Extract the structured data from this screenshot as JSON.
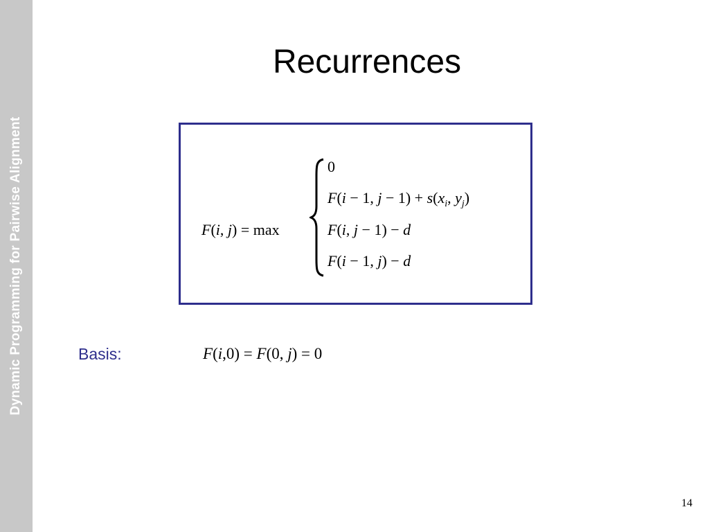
{
  "sidebar": {
    "text": "Dynamic Programming for Pairwise Alignment",
    "bg_color": "#c8c8c8",
    "text_color": "#ffffff"
  },
  "slide": {
    "title": "Recurrences",
    "basis_label": "Basis:",
    "page_number": "14",
    "accent_color": "#2e2e8c"
  },
  "formula": {
    "lhs_func": "F",
    "lhs_args_open": "(",
    "lhs_i": "i",
    "lhs_comma": ", ",
    "lhs_j": "j",
    "lhs_args_close": ")",
    "lhs_eq": " = max",
    "case0": "0",
    "case1": {
      "f": "F",
      "open": "(",
      "i": "i",
      "minus1": " − 1, ",
      "j": "j",
      "minus2": " − 1) + ",
      "s": "s",
      "paren": "(",
      "x": "x",
      "x_sub": "i",
      "comma": ", ",
      "y": "y",
      "y_sub": "j",
      "close": ")"
    },
    "case2": {
      "f": "F",
      "open": "(",
      "i": "i",
      "comma": ", ",
      "j": "j",
      "minus": " − 1) − ",
      "d": "d"
    },
    "case3": {
      "f": "F",
      "open": "(",
      "i": "i",
      "minus": " − 1, ",
      "j": "j",
      "close": ") − ",
      "d": "d"
    }
  },
  "basis": {
    "f1": "F",
    "open1": "(",
    "i": "i",
    "rest1": ",0) = ",
    "f2": "F",
    "open2": "(0, ",
    "j": "j",
    "rest2": ") = 0"
  }
}
